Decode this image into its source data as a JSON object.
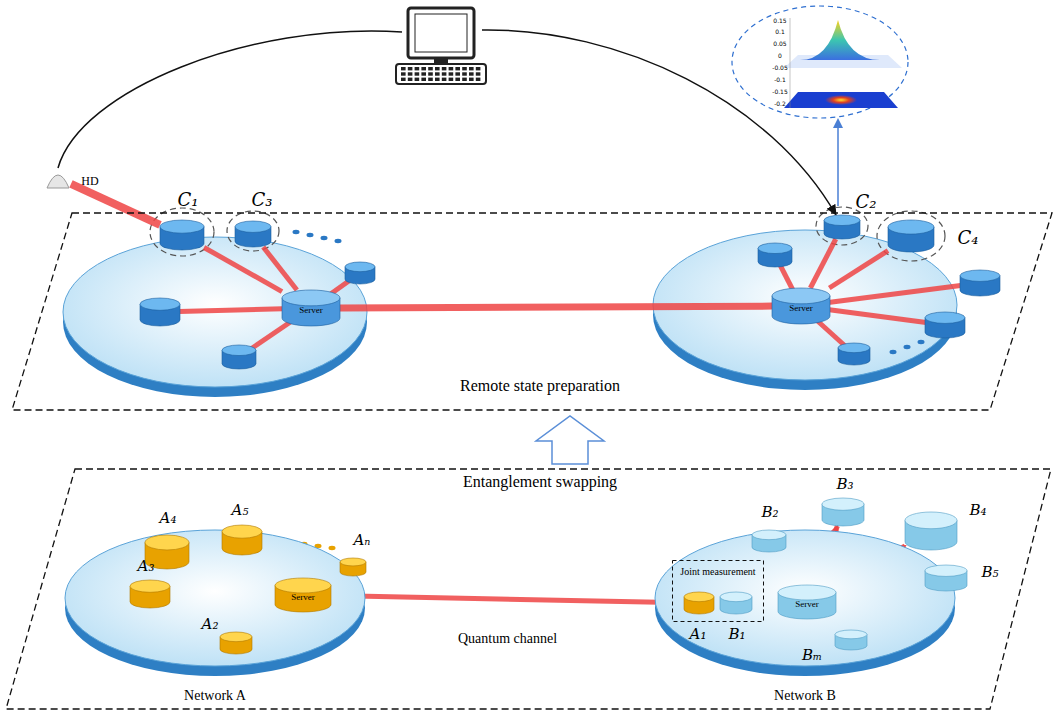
{
  "diagram": {
    "nodes": [
      {
        "text": [
          "Remote state preparation"
        ]
      },
      {
        "text": [
          "Server"
        ],
        "in": 0
      },
      {
        "text": [
          "C₁"
        ],
        "in": 0
      },
      {
        "text": [
          "C₃"
        ],
        "in": 0
      },
      {
        "text": [
          "Server"
        ],
        "in": 0
      },
      {
        "text": [
          "C₂"
        ],
        "in": 0
      },
      {
        "text": [
          "C₄"
        ],
        "in": 0
      },
      {
        "text": [
          "HD"
        ]
      },
      {
        "text": [
          "Entanglement swapping"
        ]
      },
      {
        "text": [
          "Network A"
        ],
        "in": 8
      },
      {
        "text": [
          "Server"
        ],
        "in": 9
      },
      {
        "text": [
          "A₂"
        ],
        "in": 9
      },
      {
        "text": [
          "A₃"
        ],
        "in": 9
      },
      {
        "text": [
          "A₄"
        ],
        "in": 9
      },
      {
        "text": [
          "A₅"
        ],
        "in": 9
      },
      {
        "text": [
          "Aₙ"
        ],
        "in": 9
      },
      {
        "text": [
          "Network B"
        ],
        "in": 8
      },
      {
        "text": [
          "Joint measurement"
        ],
        "in": 16
      },
      {
        "text": [
          "A₁"
        ],
        "in": 17
      },
      {
        "text": [
          "B₁"
        ],
        "in": 17
      },
      {
        "text": [
          "Server"
        ],
        "in": 16
      },
      {
        "text": [
          "B₂"
        ],
        "in": 16
      },
      {
        "text": [
          "B₃"
        ],
        "in": 16
      },
      {
        "text": [
          "B₄"
        ],
        "in": 16
      },
      {
        "text": [
          "B₅"
        ],
        "in": 16
      },
      {
        "text": [
          "Bₘ"
        ],
        "in": 16
      }
    ],
    "edges": [
      {
        "from": 1,
        "to": 2,
        "arrow": "none"
      },
      {
        "from": 1,
        "to": 3,
        "arrow": "none"
      },
      {
        "from": 1,
        "to": 4,
        "arrow": "none"
      },
      {
        "from": 4,
        "to": 5,
        "arrow": "none"
      },
      {
        "from": 4,
        "to": 6,
        "arrow": "none"
      },
      {
        "from": 7,
        "to": 2,
        "arrow": "none"
      },
      {
        "from": 7,
        "to": 5,
        "arrow": "to"
      },
      {
        "from": 10,
        "to": 11,
        "arrow": "to"
      },
      {
        "from": 10,
        "to": 12,
        "arrow": "to"
      },
      {
        "from": 10,
        "to": 13,
        "arrow": "to"
      },
      {
        "from": 10,
        "to": 14,
        "arrow": "to"
      },
      {
        "from": 10,
        "to": 15,
        "arrow": "to"
      },
      {
        "from": 10,
        "to": 18,
        "label": "Quantum channel",
        "arrow": "to"
      },
      {
        "from": 20,
        "to": 19,
        "arrow": "to"
      },
      {
        "from": 20,
        "to": 21,
        "arrow": "to"
      },
      {
        "from": 20,
        "to": 22,
        "arrow": "to"
      },
      {
        "from": 20,
        "to": 23,
        "arrow": "to"
      },
      {
        "from": 20,
        "to": 24,
        "arrow": "to"
      },
      {
        "from": 20,
        "to": 25,
        "arrow": "to"
      }
    ],
    "labels": [
      "0.15",
      "0.1",
      "0.05",
      "0",
      "-0.05",
      "-0.1",
      "-0.15",
      "-0.2"
    ]
  }
}
